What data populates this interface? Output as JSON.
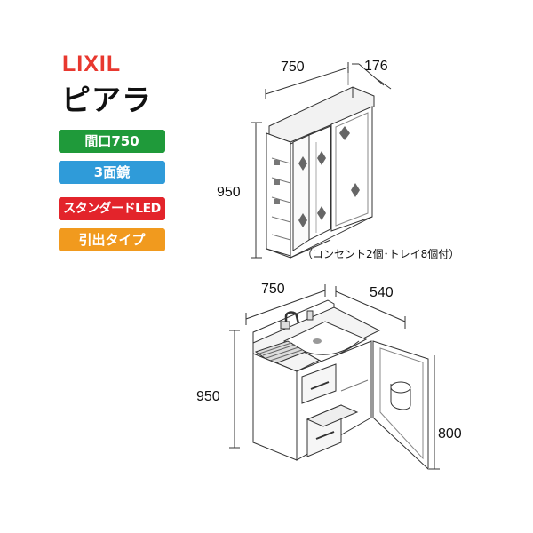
{
  "brand": {
    "logo": "LIXIL",
    "product": "ピアラ",
    "logo_color": "#e8382f"
  },
  "badges": [
    {
      "label": "間口750",
      "color": "#1f9a3a"
    },
    {
      "label": "3面鏡",
      "color": "#2f9bd9"
    },
    {
      "label": "スタンダードLED",
      "color": "#e3242b"
    },
    {
      "label": "引出タイプ",
      "color": "#f19a1e"
    }
  ],
  "mirror_cabinet": {
    "width": "750",
    "depth": "176",
    "height": "950",
    "note": "（コンセント2個･トレイ8個付）"
  },
  "vanity": {
    "width": "750",
    "depth": "540",
    "height": "950",
    "counter_height": "800"
  }
}
